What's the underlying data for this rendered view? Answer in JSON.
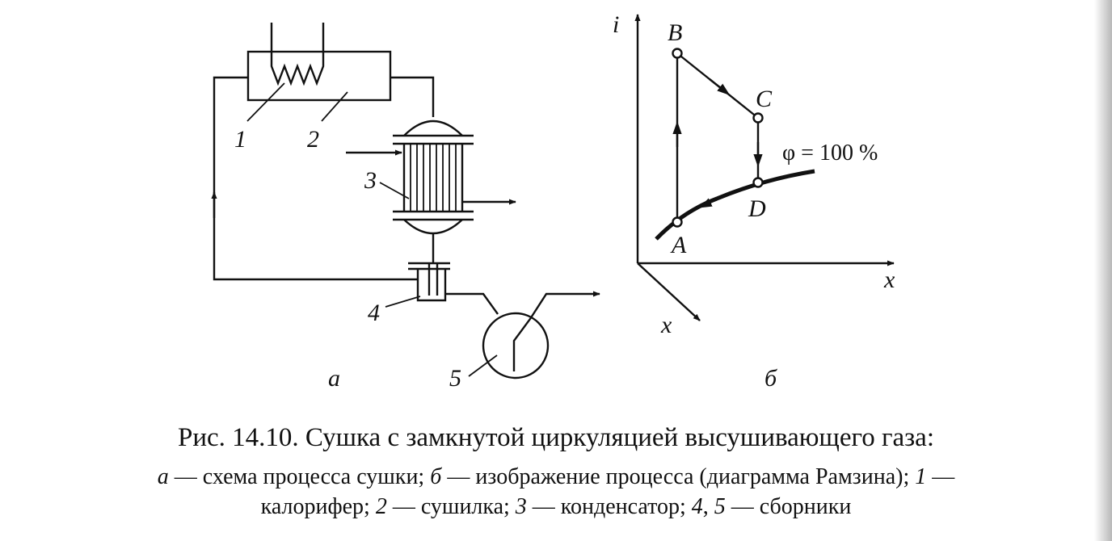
{
  "scheme": {
    "labels": {
      "n1": "1",
      "n2": "2",
      "n3": "3",
      "n4": "4",
      "n5": "5",
      "panel": "a"
    }
  },
  "diagram": {
    "axis_i": "i",
    "axis_x_right": "x",
    "axis_x_diag": "x",
    "points": {
      "A": "A",
      "B": "B",
      "C": "C",
      "D": "D"
    },
    "curve_label": "φ = 100 %",
    "panel": "б"
  },
  "caption": {
    "title": "Рис. 14.10. Сушка с замкнутой циркуляцией высушивающего газа:",
    "l1_a": "а",
    "l1_a_text": " — схема процесса сушки; ",
    "l1_b": "б",
    "l1_b_text": " — изображение процесса (диаграмма Рамзина); ",
    "l1_1": "1",
    "l1_end": " —",
    "l2_start": "калорифер; ",
    "l2_2": "2",
    "l2_2_text": " — сушилка; ",
    "l2_3": "3",
    "l2_3_text": " — конденсатор; ",
    "l2_4": "4",
    "l2_comma": ", ",
    "l2_5": "5",
    "l2_5_text": " — сборники"
  }
}
